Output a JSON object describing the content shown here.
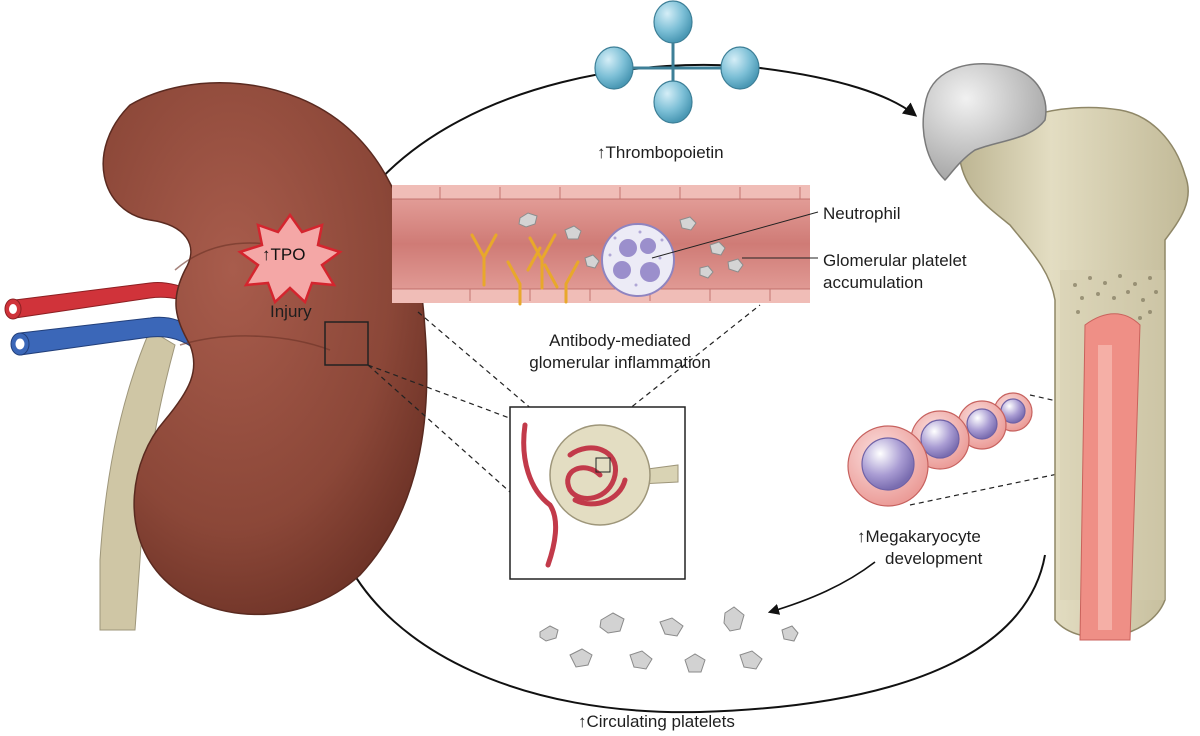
{
  "labels": {
    "thrombopoietin": "↑Thrombopoietin",
    "tpo": "↑TPO",
    "injury": "Injury",
    "neutrophil": "Neutrophil",
    "glomerular_line1": "Glomerular platelet",
    "glomerular_line2": "accumulation",
    "antibody_line1": "Antibody-mediated",
    "antibody_line2": "glomerular inflammation",
    "megakaryocyte_line1": "↑Megakaryocyte",
    "megakaryocyte_line2": "development",
    "circulating": "↑Circulating platelets"
  },
  "colors": {
    "kidney": "#8e4a3c",
    "vessel": "#d98a86",
    "bone": "#d9d3b4",
    "marrow": "#ef8f86",
    "tpo_molecule": "#7fbfd6",
    "platelet": "#c9c9c9",
    "megakaryocyte_nucleus": "#a89bd2"
  }
}
